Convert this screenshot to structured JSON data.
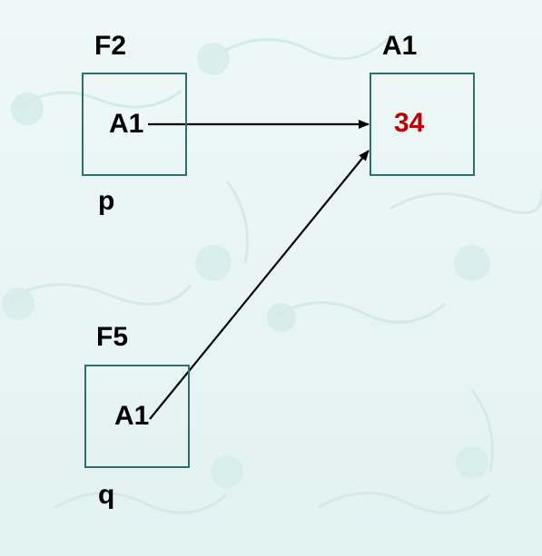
{
  "colors": {
    "background": "#e8f5f4",
    "box_border": "#2f6f6b",
    "text": "#000000",
    "value": "#c00000",
    "arrow": "#000000"
  },
  "pointers": {
    "p": {
      "address": "F2",
      "content": "A1",
      "name": "p"
    },
    "q": {
      "address": "F5",
      "content": "A1",
      "name": "q"
    }
  },
  "target": {
    "address": "A1",
    "value": "34"
  }
}
